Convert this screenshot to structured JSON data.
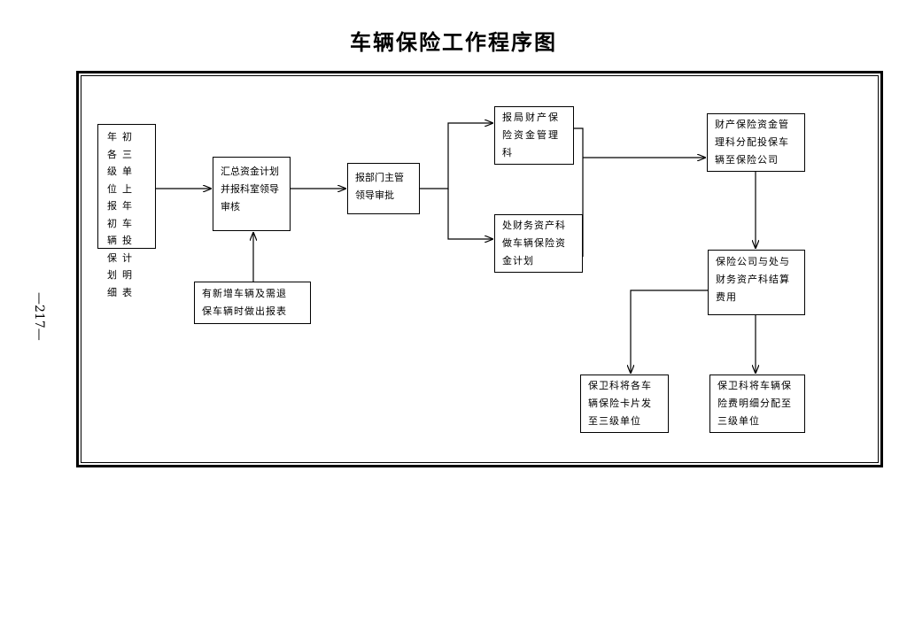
{
  "title": "车辆保险工作程序图",
  "page_number": "—217—",
  "boxes": {
    "initial_report": "年初各三级单位上报年初车辆投保计划明细表",
    "summary": [
      "汇总资金计划",
      "并报科室领导",
      "审核"
    ],
    "new_vehicles": [
      "有新增车辆及需退",
      "保车辆时做出报表"
    ],
    "dept_review": [
      "报部门主管",
      "领导审批"
    ],
    "bureau_finance": [
      "报局财产保",
      "险资金管理",
      "科"
    ],
    "section_plan": [
      "处财务资产科",
      "做车辆保险资",
      "金计划"
    ],
    "finance_allocate": [
      "财产保险资金管",
      "理科分配投保车",
      "辆至保险公司"
    ],
    "settlement": [
      "保险公司与处与",
      "财务资产科结算",
      "费用"
    ],
    "card_distribute": [
      "保卫科将各车",
      "辆保险卡片发",
      "至三级单位"
    ],
    "fee_distribute": [
      "保卫科将车辆保",
      "险费明细分配至",
      "三级单位"
    ]
  }
}
